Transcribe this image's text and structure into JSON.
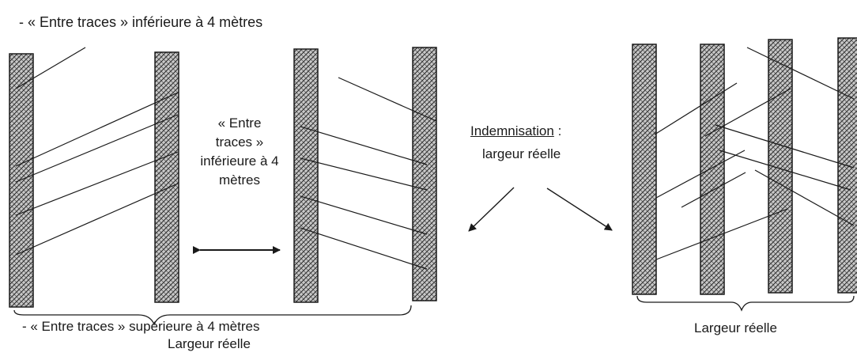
{
  "title_top": "- « Entre traces » inférieure à 4 mètres",
  "mid_label": [
    "« Entre",
    "traces »",
    "inférieure à 4",
    "mètres"
  ],
  "indemnisation": {
    "heading": "Indemnisation",
    "colon": " :",
    "value": "largeur réelle"
  },
  "bottom_left": {
    "line1": "- « Entre traces » supérieure à 4 mètres",
    "line2": "Largeur réelle"
  },
  "bottom_right": "Largeur réelle",
  "colors": {
    "ink": "#1a1a1a",
    "hatch_bg": "#c9c9c9",
    "hatch_line": "#262626"
  }
}
